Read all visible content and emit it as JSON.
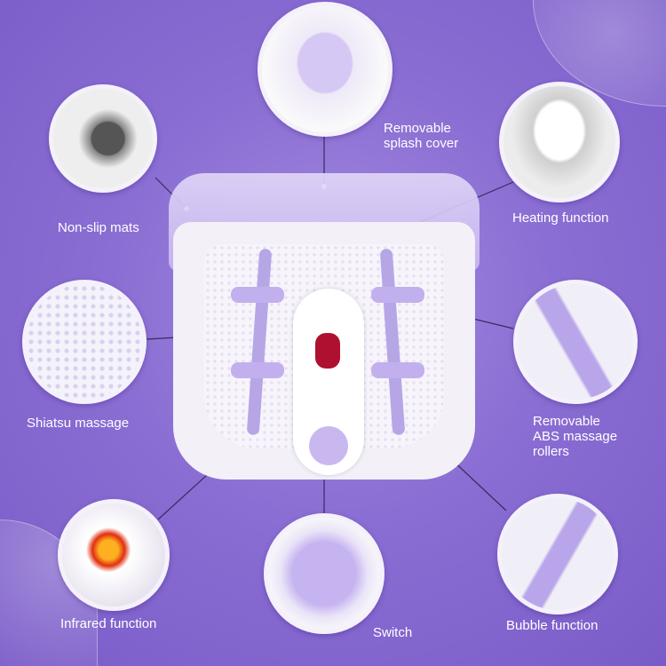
{
  "labels": {
    "splash_cover": [
      "Removable",
      "splash cover"
    ],
    "non_slip": "Non-slip mats",
    "heating": "Heating function",
    "shiatsu": "Shiatsu massage",
    "rollers": [
      "Removable",
      "ABS massage",
      "rollers"
    ],
    "infrared": "Infrared function",
    "switch": "Switch",
    "bubble": "Bubble function"
  },
  "colors": {
    "background": "#8a6ed3",
    "accent": "#c9b8f0",
    "indicator": "#b01030"
  }
}
